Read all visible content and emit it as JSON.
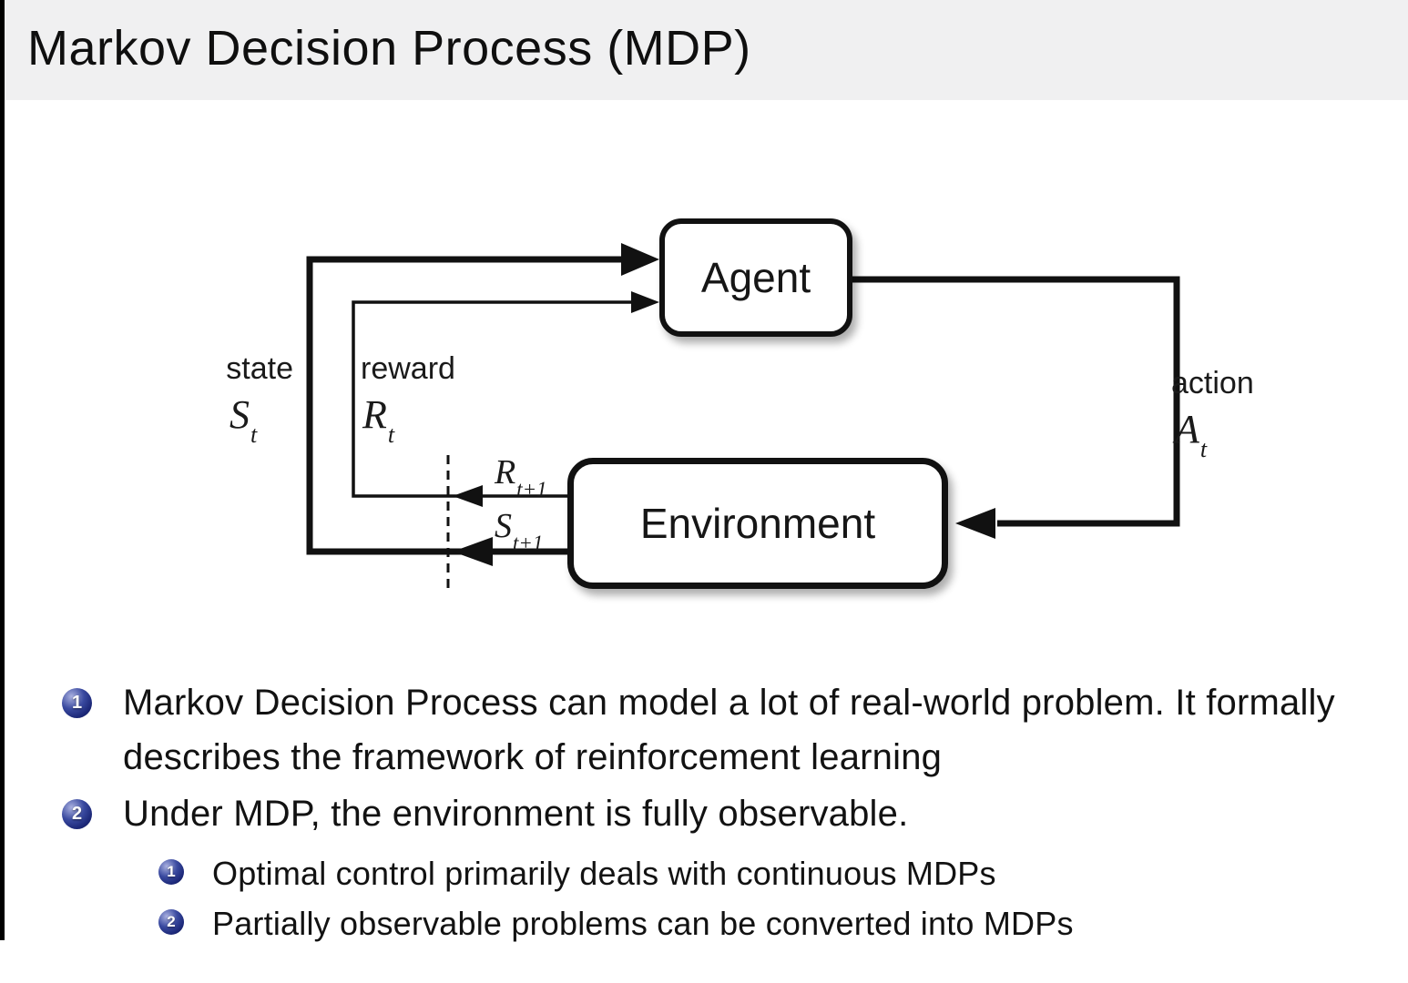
{
  "title": "Markov Decision Process (MDP)",
  "colors": {
    "header_bg": "#f0f0f1",
    "page_bg": "#ffffff",
    "text": "#141414",
    "line": "#111111",
    "ball_dark": "#10174d",
    "ball_mid": "#3a4aa0",
    "ball_light": "#aab1e0",
    "strip": "#000000"
  },
  "diagram": {
    "agent_label": "Agent",
    "environment_label": "Environment",
    "state_label": "state",
    "state_symbol": {
      "main": "S",
      "sub": "t"
    },
    "reward_label": "reward",
    "reward_symbol": {
      "main": "R",
      "sub": "t"
    },
    "action_label": "action",
    "action_symbol": {
      "main": "A",
      "sub": "t"
    },
    "next_reward_symbol": {
      "main": "R",
      "sub": "t+1"
    },
    "next_state_symbol": {
      "main": "S",
      "sub": "t+1"
    }
  },
  "bullets": [
    {
      "number": "1",
      "text": "Markov Decision Process can model a lot of real-world problem. It formally describes the framework of reinforcement learning"
    },
    {
      "number": "2",
      "text": "Under MDP, the environment is fully observable."
    }
  ],
  "sub_bullets": [
    {
      "number": "1",
      "text": "Optimal control primarily deals with continuous MDPs"
    },
    {
      "number": "2",
      "text": "Partially observable problems can be converted into MDPs"
    }
  ]
}
